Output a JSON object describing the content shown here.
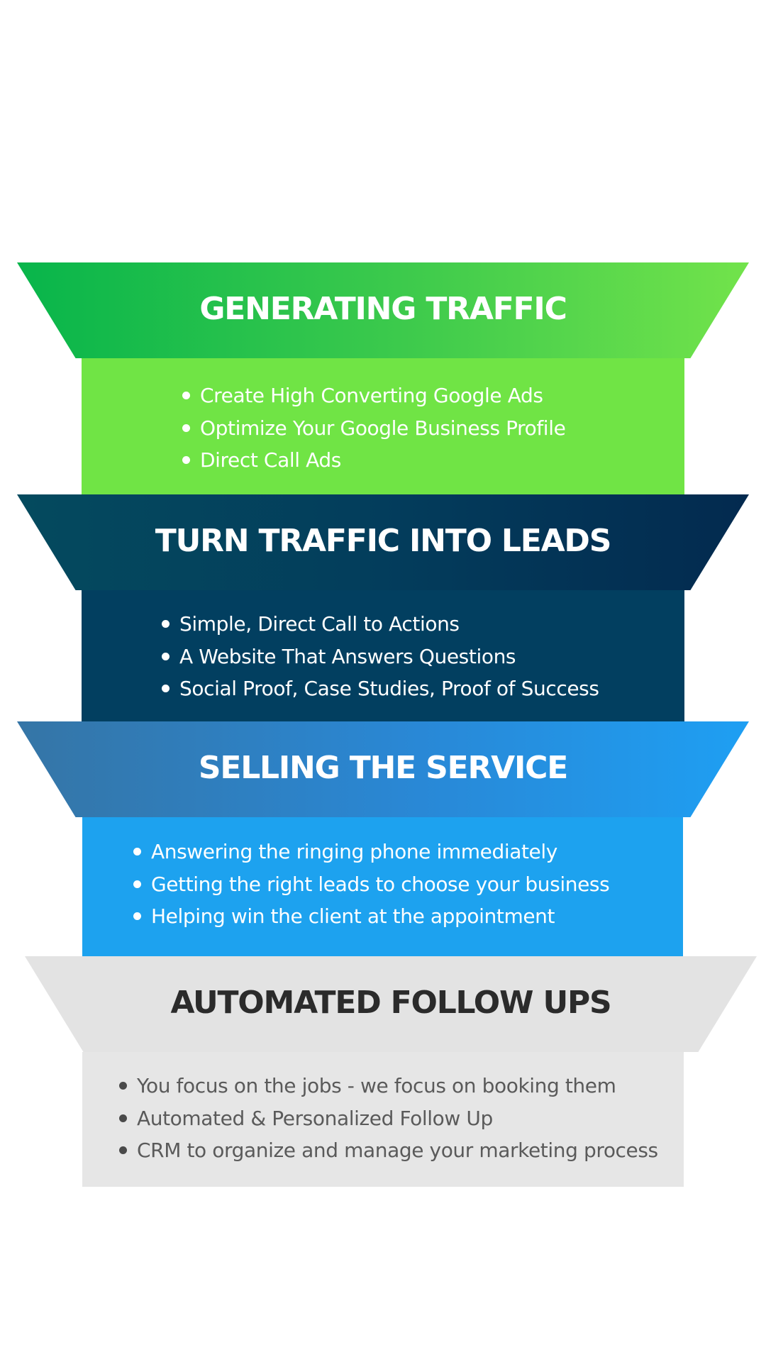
{
  "stages": [
    {
      "title": "GENERATING TRAFFIC",
      "items": [
        "Create High Converting Google Ads",
        "Optimize Your Google Business Profile",
        "Direct Call Ads"
      ],
      "colors": {
        "banner_start": "#08b54b",
        "banner_end": "#72e34b",
        "body": "#70e445",
        "text": "#ffffff"
      }
    },
    {
      "title": "TURN TRAFFIC INTO LEADS",
      "items": [
        "Simple, Direct Call to Actions",
        "A Website That Answers Questions",
        "Social Proof, Case Studies, Proof of Success"
      ],
      "colors": {
        "banner_start": "#044a5e",
        "banner_end": "#032a4f",
        "body": "#023f60",
        "text": "#ffffff"
      }
    },
    {
      "title": "SELLING THE SERVICE",
      "items": [
        "Answering the ringing phone immediately",
        "Getting the right leads to choose your business",
        "Helping win the client at the appointment"
      ],
      "colors": {
        "banner_start": "#3575a6",
        "banner_end": "#1e9ff3",
        "body": "#1da2ef",
        "text": "#ffffff"
      }
    },
    {
      "title": "AUTOMATED FOLLOW UPS",
      "items": [
        "You focus on the jobs - we focus on booking them",
        "Automated & Personalized Follow Up",
        "CRM to organize and manage your marketing process"
      ],
      "colors": {
        "banner": "#e3e3e3",
        "body": "#e6e6e6",
        "title_text": "#2b2b2b",
        "text": "#5a5a5a"
      }
    }
  ]
}
